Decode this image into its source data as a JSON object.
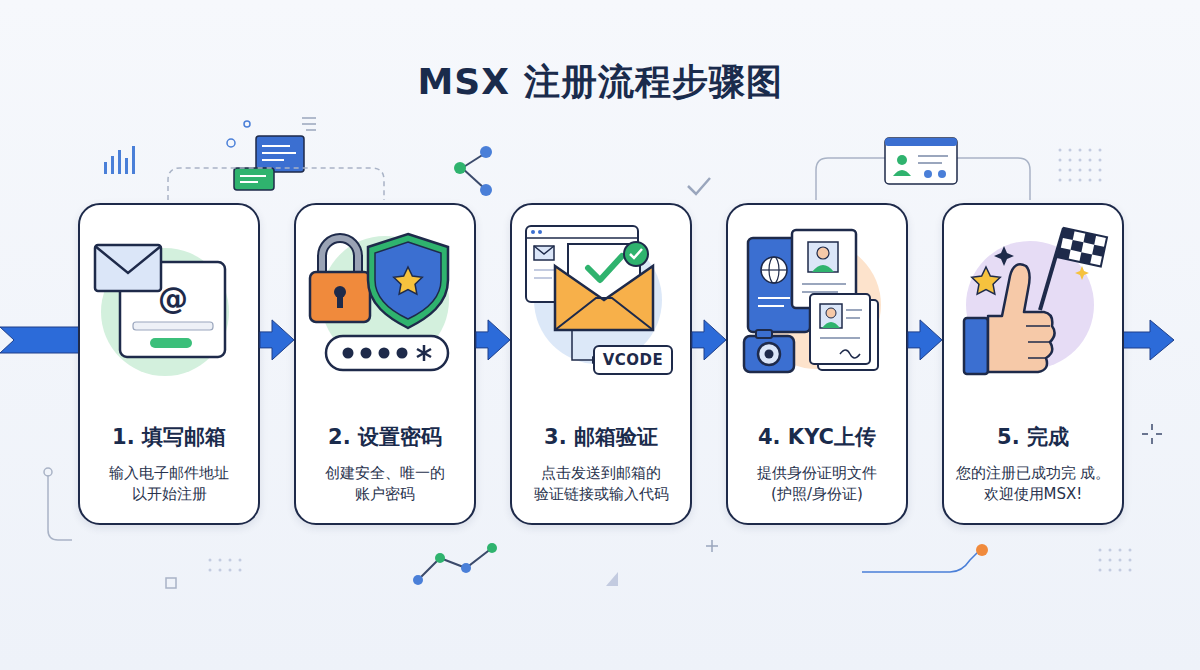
{
  "diagram": {
    "title": "MSX 注册流程步骤图",
    "nodes": [
      {
        "text": [
          "1. 填写邮箱",
          "输入电子邮件地址 以开始注册"
        ]
      },
      {
        "text": [
          "2. 设置密码",
          "创建安全、唯一的 账户密码"
        ]
      },
      {
        "text": [
          "3. 邮箱验证",
          "点击发送到邮箱的 验证链接或输入代码"
        ]
      },
      {
        "text": [
          "4. KYC上传",
          "提供身份证明文件 (护照/身份证)"
        ]
      },
      {
        "text": [
          "5. 完成",
          "您的注册已成功完 成。欢迎使用MSX!"
        ]
      }
    ],
    "edges": [
      {
        "from": 0,
        "to": 1,
        "arrow": "to"
      },
      {
        "from": 1,
        "to": 2,
        "arrow": "to"
      },
      {
        "from": 2,
        "to": 3,
        "arrow": "to"
      },
      {
        "from": 3,
        "to": 4,
        "arrow": "to"
      }
    ],
    "labels": [
      "@",
      "VCODE"
    ]
  }
}
